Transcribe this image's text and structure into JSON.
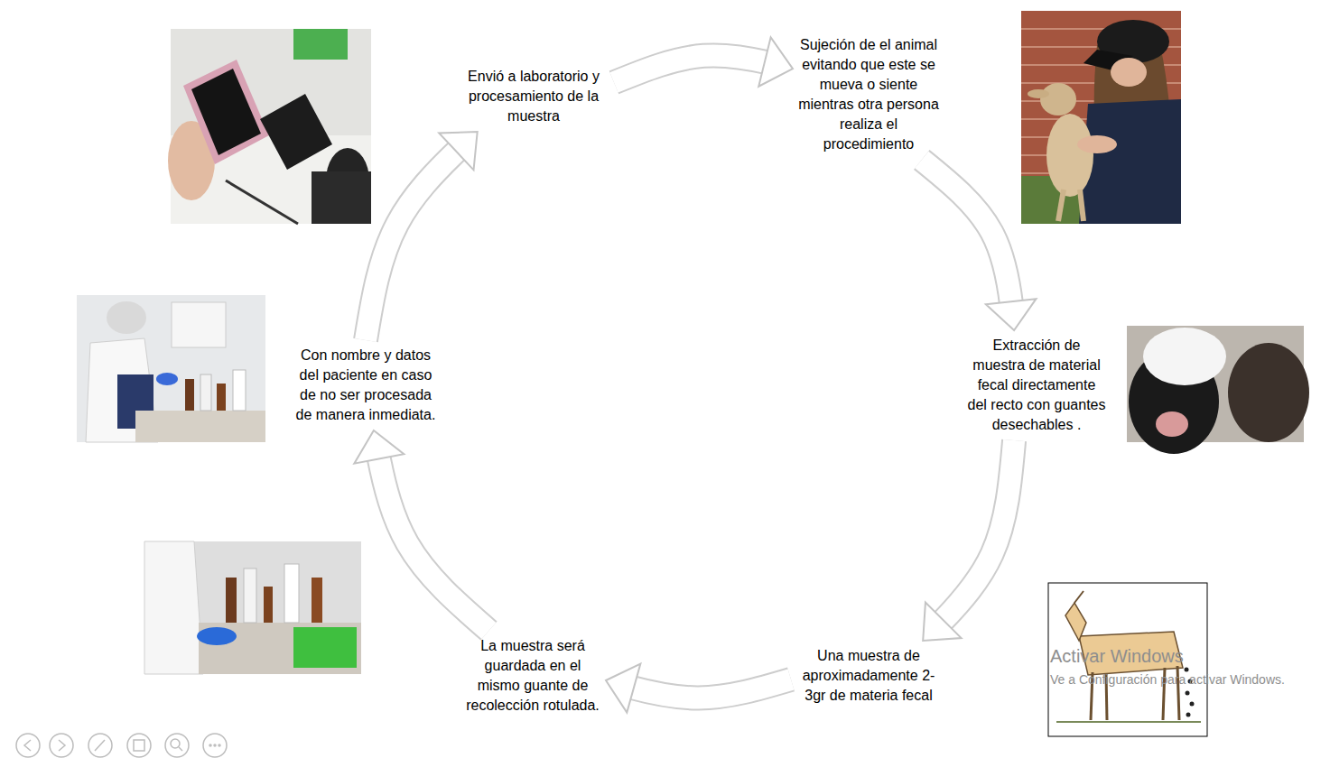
{
  "diagram": {
    "nodes": [
      {
        "text": [
          "Envió a laboratorio y procesamiento de la muestra"
        ]
      },
      {
        "text": [
          "Sujeción de el animal evitando que este se mueva o siente mientras otra persona realiza el procedimiento"
        ]
      },
      {
        "text": [
          "Extracción de muestra de material fecal directamente del recto con guantes desechables ."
        ]
      },
      {
        "text": [
          "Una muestra de aproximadamente 2-3gr de materia fecal"
        ]
      },
      {
        "text": [
          "La muestra será guardada en el mismo guante de recolección rotulada."
        ]
      },
      {
        "text": [
          "Con nombre y datos del paciente en caso de no ser procesada de manera inmediata."
        ]
      }
    ],
    "edges": [
      {
        "from": 0,
        "to": 1,
        "arrow": "to"
      },
      {
        "from": 1,
        "to": 2,
        "arrow": "to"
      },
      {
        "from": 2,
        "to": 3,
        "arrow": "to"
      },
      {
        "from": 3,
        "to": 4,
        "arrow": "to"
      },
      {
        "from": 4,
        "to": 5,
        "arrow": "to"
      },
      {
        "from": 5,
        "to": 0,
        "arrow": "to"
      }
    ],
    "labels": [
      "Activar Windows",
      "Ve a Configuración para activar Windows."
    ]
  }
}
